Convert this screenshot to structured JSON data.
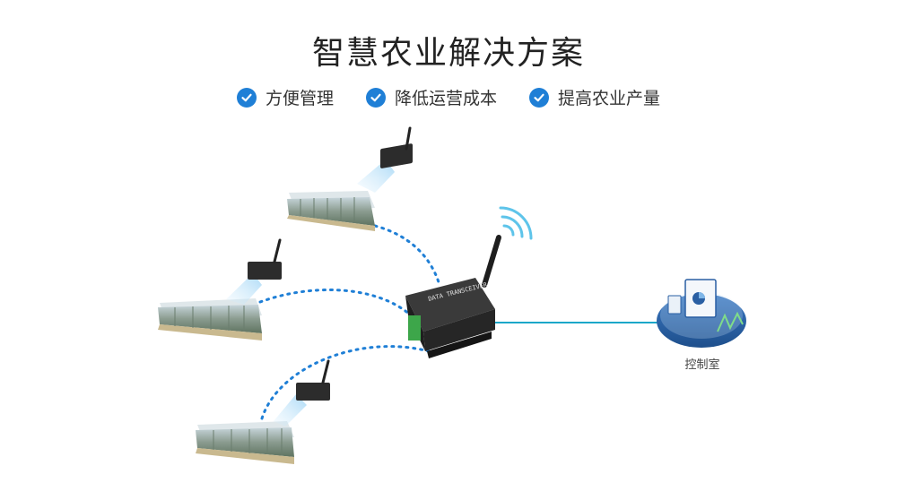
{
  "header": {
    "title": "智慧农业解决方案"
  },
  "features": [
    {
      "label": "方便管理",
      "icon": "check-circle-icon"
    },
    {
      "label": "降低运营成本",
      "icon": "check-circle-icon"
    },
    {
      "label": "提高农业产量",
      "icon": "check-circle-icon"
    }
  ],
  "device": {
    "label": "DATA TRANSCEIVER"
  },
  "control_room": {
    "label": "控制室"
  },
  "colors": {
    "accent": "#1f7fd6",
    "link_dotted": "#1f7fd6",
    "link_solid": "#1aa7c9",
    "device_body": "#2a2a2a"
  }
}
